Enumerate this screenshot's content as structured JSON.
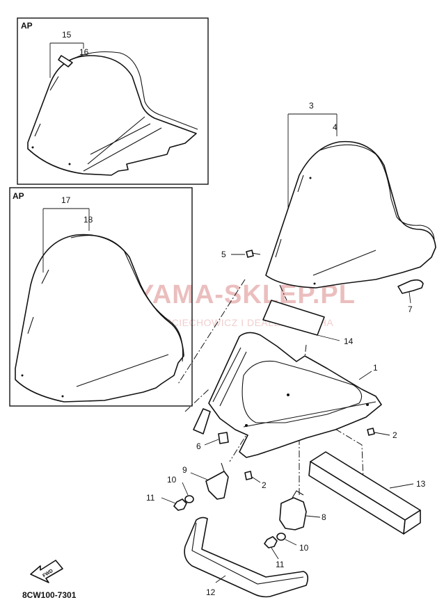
{
  "diagram_code": "8CW100-7301",
  "fwd_label": "FWD",
  "inset_label": "AP",
  "watermark": {
    "main": "YAMA-SKLEP.PL",
    "sub": "WOJCIECHOWICZ I DEALER YAMAHA"
  },
  "callouts": {
    "c1": "1",
    "c2a": "2",
    "c2b": "2",
    "c3": "3",
    "c4": "4",
    "c5": "5",
    "c6": "6",
    "c7": "7",
    "c8": "8",
    "c9": "9",
    "c10a": "10",
    "c10b": "10",
    "c11a": "11",
    "c11b": "11",
    "c12": "12",
    "c13": "13",
    "c14": "14",
    "c15": "15",
    "c16": "16",
    "c17": "17",
    "c18": "18"
  },
  "colors": {
    "line": "#111111",
    "watermark": "#e9b7b7"
  }
}
